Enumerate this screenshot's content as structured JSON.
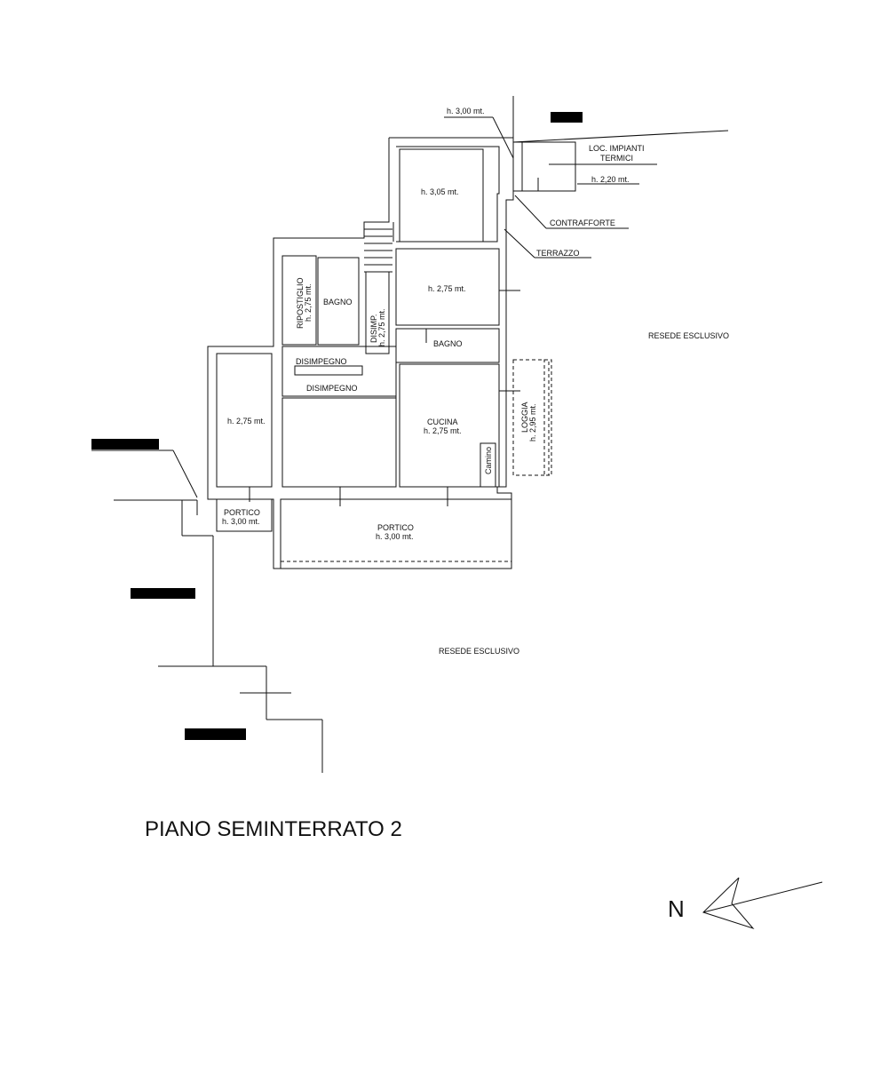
{
  "plan_title": "PIANO SEMINTERRATO 2",
  "north_label": "N",
  "annotations": {
    "h300_top": "h. 3,00 mt.",
    "loc_impianti_line1": "LOC. IMPIANTI",
    "loc_impianti_line2": "TERMICI",
    "h220": "h. 2,20 mt.",
    "contrafforte": "CONTRAFFORTE",
    "terrazzo": "TERRAZZO",
    "resede_right": "RESEDE ESCLUSIVO",
    "resede_bottom": "RESEDE ESCLUSIVO"
  },
  "rooms": {
    "room_top_height": "h. 3,05 mt.",
    "room_mid_height": "h. 2,75 mt.",
    "bagno_right": "BAGNO",
    "ripostiglio": "RIPOSTIGLIO",
    "ripostiglio_height": "h. 2,75 mt.",
    "bagno_left": "BAGNO",
    "disimp": "DISIMP.",
    "disimp_height": "h. 2,75 mt.",
    "disimpegno_upper": "DISIMPEGNO",
    "disimpegno_lower": "DISIMPEGNO",
    "room_left_height": "h. 2,75 mt.",
    "cucina": "CUCINA",
    "cucina_height": "h. 2,75 mt.",
    "camino": "Camino",
    "loggia": "LOGGIA",
    "loggia_height": "h. 2,95 mt.",
    "portico_small": "PORTICO",
    "portico_small_height": "h. 3,00 mt.",
    "portico_large": "PORTICO",
    "portico_large_height": "h. 3,00 mt."
  },
  "colors": {
    "line": "#111111",
    "redaction": "#000000",
    "background": "#ffffff"
  }
}
